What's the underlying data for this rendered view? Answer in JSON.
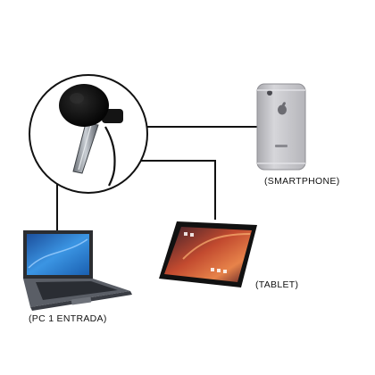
{
  "diagram": {
    "devices": {
      "microphone": {
        "icon": "lapel-microphone-icon"
      },
      "smartphone": {
        "label": "(SMARTPHONE)",
        "icon": "smartphone-icon"
      },
      "tablet": {
        "label": "(TABLET)",
        "icon": "tablet-icon"
      },
      "pc": {
        "label": "(PC 1 ENTRADA)",
        "icon": "laptop-icon"
      }
    },
    "connections": [
      {
        "from": "microphone",
        "to": "smartphone"
      },
      {
        "from": "microphone",
        "to": "tablet"
      },
      {
        "from": "microphone",
        "to": "pc"
      }
    ],
    "colors": {
      "line": "#111111",
      "phone_body": "#c8c8cc",
      "laptop_screen": "#2f7fd0",
      "tablet_screen": "#b0412e"
    }
  }
}
